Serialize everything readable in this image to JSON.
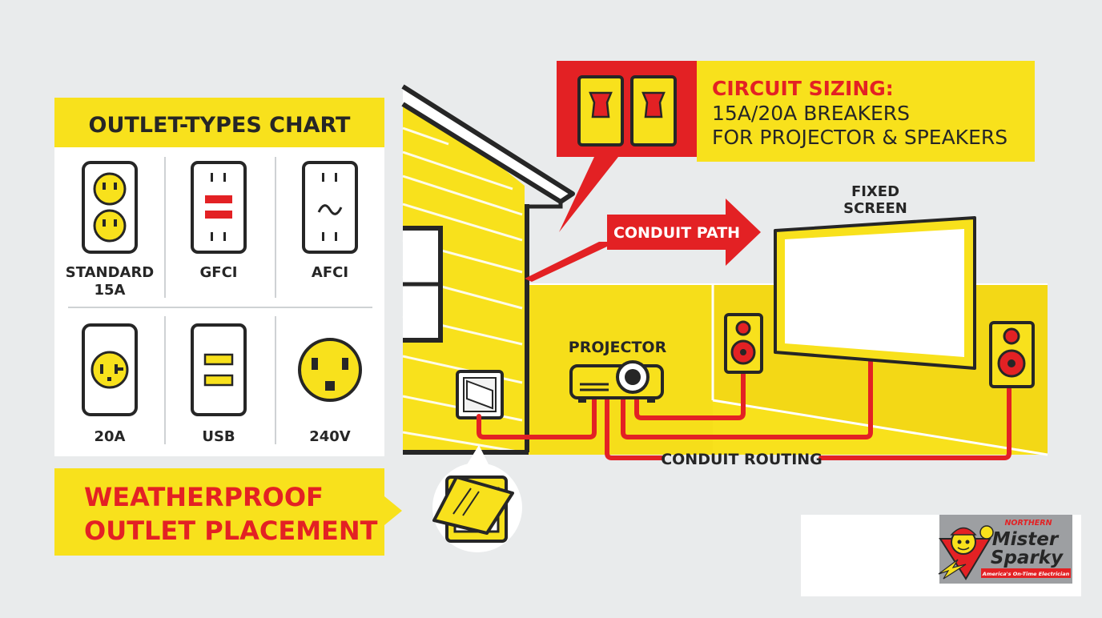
{
  "outlet_chart": {
    "title": "OUTLET-TYPES CHART",
    "items": [
      {
        "label_line1": "STANDARD",
        "label_line2": "15A"
      },
      {
        "label_line1": "GFCI",
        "label_line2": ""
      },
      {
        "label_line1": "AFCI",
        "label_line2": ""
      },
      {
        "label_line1": "20A",
        "label_line2": ""
      },
      {
        "label_line1": "USB",
        "label_line2": ""
      },
      {
        "label_line1": "240V",
        "label_line2": ""
      }
    ]
  },
  "weatherproof": {
    "line1": "WEATHERPROOF",
    "line2": "OUTLET PLACEMENT"
  },
  "circuit": {
    "heading": "CIRCUIT SIZING:",
    "line1": "15A/20A BREAKERS",
    "line2": "FOR PROJECTOR & SPEAKERS"
  },
  "conduit_path": "CONDUIT PATH",
  "conduit_routing": "CONDUIT ROUTING",
  "projector_label": "PROJECTOR",
  "screen_label": {
    "line1": "FIXED",
    "line2": "SCREEN"
  },
  "logo": {
    "brand_top": "NORTHERN",
    "brand_line1": "Mister",
    "brand_line2": "Sparky",
    "tagline": "America's On-Time Electrician"
  },
  "colors": {
    "yellow": "#f8e11c",
    "red": "#e32124",
    "dark": "#262626",
    "background": "#e9ebec"
  }
}
